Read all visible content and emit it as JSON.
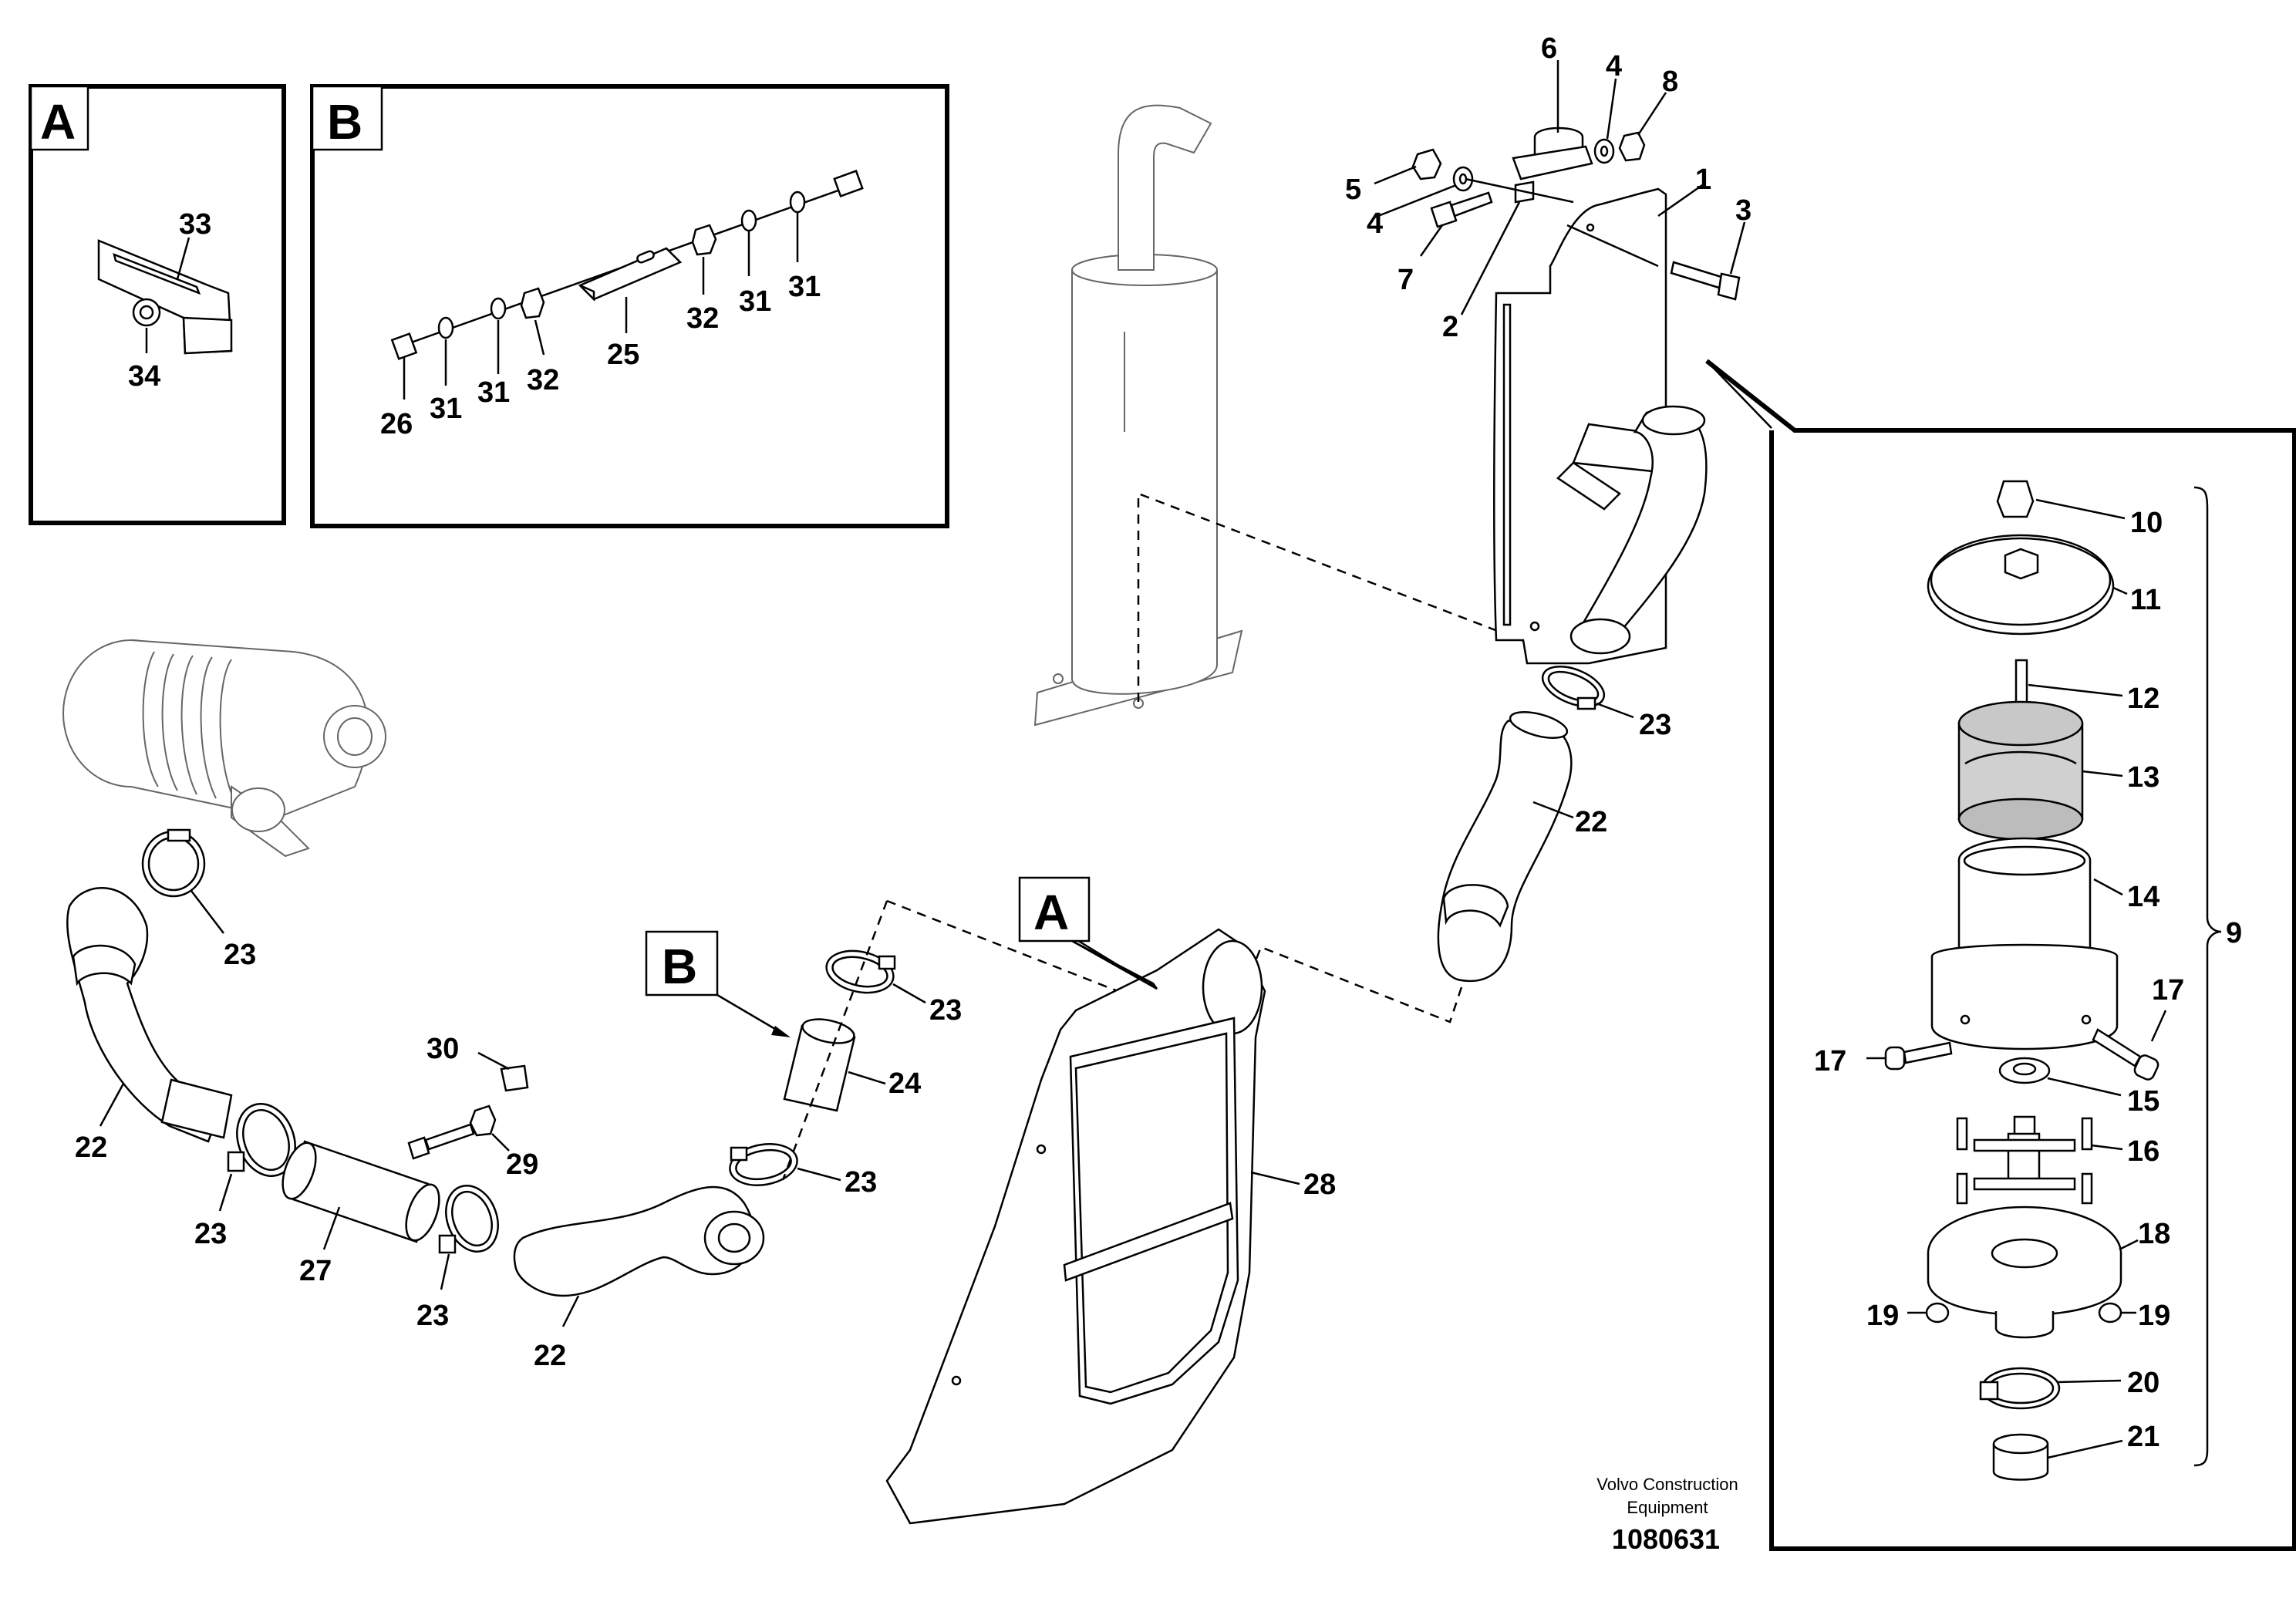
{
  "detail_boxes": {
    "a_label": "A",
    "b_label": "B"
  },
  "callouts": {
    "a_label": "A",
    "b_label": "B"
  },
  "labels": {
    "p1": "1",
    "p2": "2",
    "p3": "3",
    "p4a": "4",
    "p4b": "4",
    "p5": "5",
    "p6": "6",
    "p7": "7",
    "p8": "8",
    "p9": "9",
    "p10": "10",
    "p11": "11",
    "p12": "12",
    "p13": "13",
    "p14": "14",
    "p15": "15",
    "p16": "16",
    "p17a": "17",
    "p17b": "17",
    "p18": "18",
    "p19a": "19",
    "p19b": "19",
    "p20": "20",
    "p21": "21",
    "p22a": "22",
    "p22b": "22",
    "p22c": "22",
    "p23a": "23",
    "p23b": "23",
    "p23c": "23",
    "p23d": "23",
    "p23e": "23",
    "p23f": "23",
    "p24": "24",
    "p25": "25",
    "p26": "26",
    "p27": "27",
    "p28": "28",
    "p29": "29",
    "p30": "30",
    "p31a": "31",
    "p31b": "31",
    "p31c": "31",
    "p31d": "31",
    "p32a": "32",
    "p32b": "32",
    "p33": "33",
    "p34": "34"
  },
  "footer": {
    "company_line1": "Volvo Construction",
    "company_line2": "Equipment",
    "drawing_number": "1080631"
  }
}
